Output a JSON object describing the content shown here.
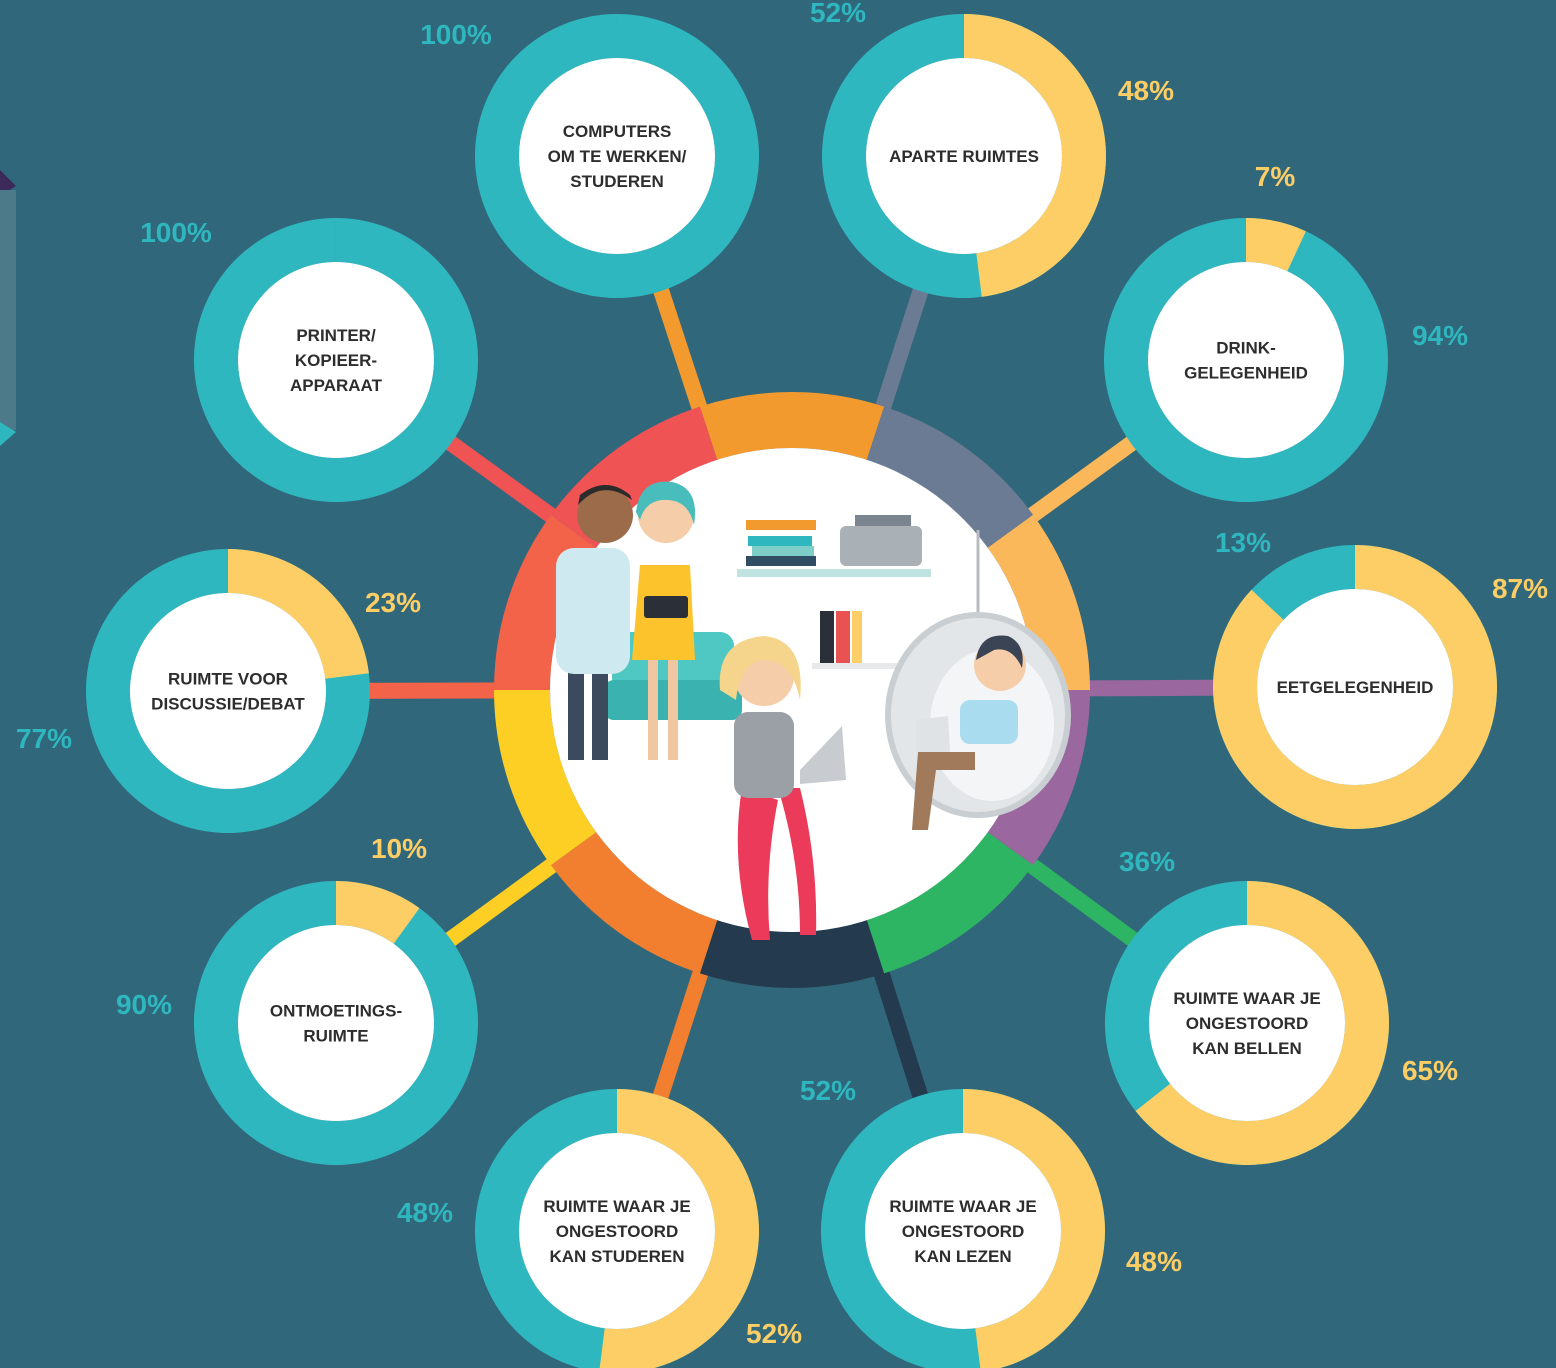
{
  "colors": {
    "background": "#31677a",
    "teal": "#2fb7bf",
    "yellow": "#fcce65",
    "white": "#ffffff",
    "text_dark": "#2d2d2d"
  },
  "chart_data": {
    "type": "pie",
    "donuts": [
      {
        "label": [
          "COMPUTERS",
          "OM TE WERKEN/",
          "STUDEREN"
        ],
        "teal": 100,
        "yellow": 0,
        "teal_label": "100%",
        "yellow_label": ""
      },
      {
        "label": [
          "APARTE RUIMTES"
        ],
        "teal": 52,
        "yellow": 48,
        "teal_label": "52%",
        "yellow_label": "48%"
      },
      {
        "label": [
          "DRINK-",
          "GELEGENHEID"
        ],
        "teal": 94,
        "yellow": 7,
        "teal_label": "94%",
        "yellow_label": "7%"
      },
      {
        "label": [
          "EETGELEGENHEID"
        ],
        "teal": 13,
        "yellow": 87,
        "teal_label": "13%",
        "yellow_label": "87%"
      },
      {
        "label": [
          "RUIMTE WAAR JE",
          "ONGESTOORD",
          "KAN BELLEN"
        ],
        "teal": 36,
        "yellow": 65,
        "teal_label": "36%",
        "yellow_label": "65%"
      },
      {
        "label": [
          "RUIMTE WAAR JE",
          "ONGESTOORD",
          "KAN LEZEN"
        ],
        "teal": 52,
        "yellow": 48,
        "teal_label": "52%",
        "yellow_label": "48%"
      },
      {
        "label": [
          "RUIMTE WAAR JE",
          "ONGESTOORD",
          "KAN STUDEREN"
        ],
        "teal": 48,
        "yellow": 52,
        "teal_label": "48%",
        "yellow_label": "52%"
      },
      {
        "label": [
          "ONTMOETINGS-",
          "RUIMTE"
        ],
        "teal": 90,
        "yellow": 10,
        "teal_label": "90%",
        "yellow_label": "10%"
      },
      {
        "label": [
          "RUIMTE VOOR",
          "DISCUSSIE/DEBAT"
        ],
        "teal": 77,
        "yellow": 23,
        "teal_label": "77%",
        "yellow_label": "23%"
      },
      {
        "label": [
          "PRINTER/",
          "KOPIEER-",
          "APPARAAT"
        ],
        "teal": 100,
        "yellow": 0,
        "teal_label": "100%",
        "yellow_label": ""
      }
    ]
  },
  "hub": {
    "segment_colors": [
      "#f39a2e",
      "#6b7b93",
      "#fbb85a",
      "#9a679f",
      "#2db563",
      "#243a4e",
      "#f27f30",
      "#fdcf25",
      "#f2634a",
      "#ef5353"
    ]
  }
}
